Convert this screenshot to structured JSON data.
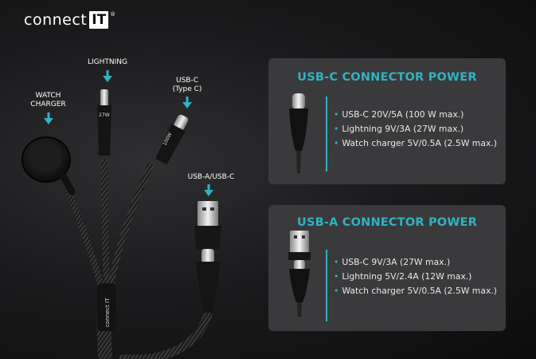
{
  "brand": {
    "word": "connect",
    "box": "IT",
    "reg": "®"
  },
  "labels": {
    "lightning": "LIGHTNING",
    "usbc": [
      "USB-C",
      "(Type C)"
    ],
    "watch": [
      "WATCH",
      "CHARGER"
    ],
    "usba_usbc": "USB-A/USB-C",
    "tag_27w": "27W",
    "tag_100w": "100W",
    "cable_brand": "connect IT"
  },
  "panels": [
    {
      "title": "USB-C CONNECTOR POWER",
      "items": [
        "USB-C 20V/5A (100 W max.)",
        "Lightning 9V/3A (27W max.)",
        "Watch charger 5V/0.5A (2.5W max.)"
      ]
    },
    {
      "title": "USB-A CONNECTOR POWER",
      "items": [
        "USB-C 9V/3A (27W max.)",
        "Lightning 5V/2.4A (12W max.)",
        "Watch charger 5V/0.5A (2.5W max.)"
      ]
    }
  ],
  "colors": {
    "accent": "#2fb3c4",
    "panel": "#3a3a3c",
    "background": "#151517"
  },
  "icons": [
    "down-arrow-icon",
    "usb-c-connector-icon",
    "usb-a-connector-icon"
  ]
}
